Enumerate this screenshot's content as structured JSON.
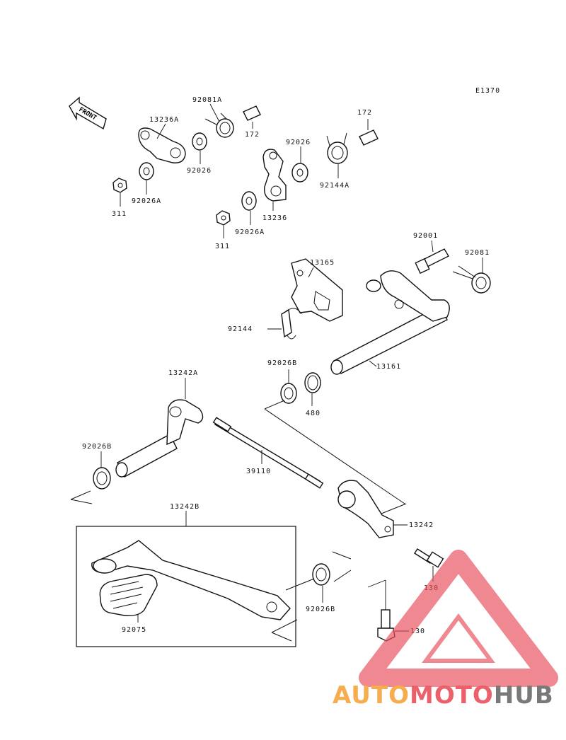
{
  "diagram_code": "E1370",
  "front_label": "FRONT",
  "parts": {
    "p13236A": "13236A",
    "p92081A": "92081A",
    "p172a": "172",
    "p172b": "172",
    "p92026a": "92026",
    "p92026b": "92026",
    "p92026A1": "92026A",
    "p92026A2": "92026A",
    "p311a": "311",
    "p311b": "311",
    "p13236": "13236",
    "p92144A": "92144A",
    "p92001": "92001",
    "p92081": "92081",
    "p13165": "13165",
    "p92144": "92144",
    "p13161": "13161",
    "p92026B1": "92026B",
    "p92026B2": "92026B",
    "p92026B3": "92026B",
    "p480": "480",
    "p13242A": "13242A",
    "p39110": "39110",
    "p13242": "13242",
    "p13242B": "13242B",
    "p130a": "130",
    "p130b": "130",
    "p92075": "92075"
  },
  "watermark": {
    "part1": "AUTO",
    "part2": "MOTO",
    "part3": "HUB",
    "color1": "#f4a53a",
    "color2": "#e8505b",
    "color3": "#6b6b6b"
  }
}
